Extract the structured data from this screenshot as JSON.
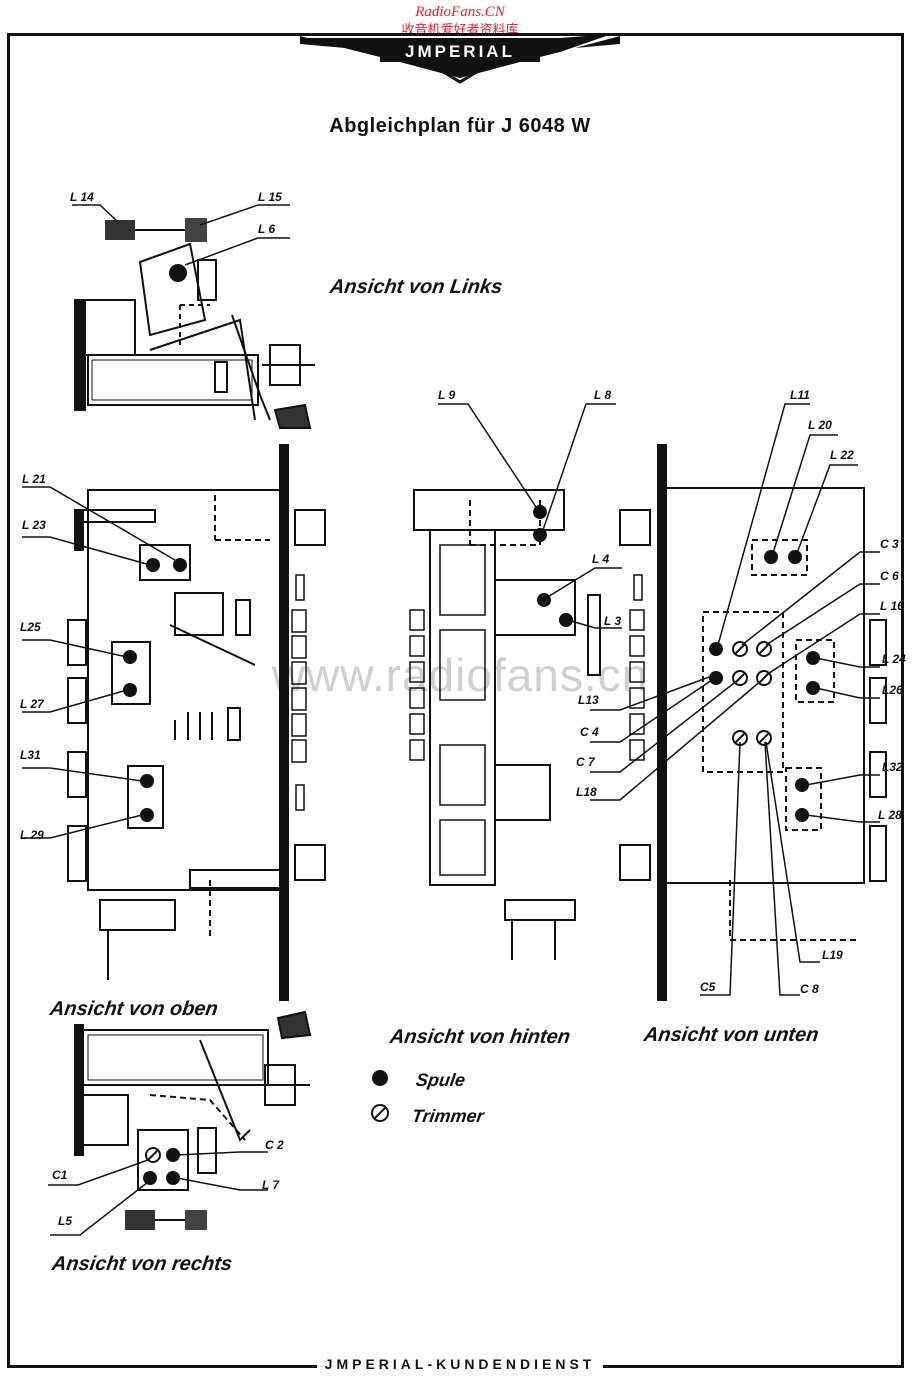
{
  "watermark": {
    "site": "RadioFans.CN",
    "cn": "收音机爱好者资料库",
    "center": "www.radiofans.cn"
  },
  "logo": {
    "text": "JMPERIAL"
  },
  "title": "Abgleichplan für J 6048 W",
  "views": {
    "links": "Ansicht von Links",
    "oben": "Ansicht von oben",
    "hinten": "Ansicht von hinten",
    "unten": "Ansicht von unten",
    "rechts": "Ansicht von rechts"
  },
  "legend": {
    "spule": "Spule",
    "trimmer": "Trimmer"
  },
  "labels": {
    "L14": "L 14",
    "L15": "L 15",
    "L6": "L 6",
    "L21": "L 21",
    "L23": "L 23",
    "L25": "L25",
    "L27": "L 27",
    "L31": "L31",
    "L29": "L 29",
    "L9": "L 9",
    "L8": "L 8",
    "L4": "L 4",
    "L3": "L 3",
    "L13": "L13",
    "L11": "L11",
    "L20": "L 20",
    "L22": "L 22",
    "C3": "C 3",
    "C6": "C 6",
    "L16": "L 16",
    "L24": "L 24",
    "L26": "L26",
    "C4": "C 4",
    "C7": "C 7",
    "L18": "L18",
    "L32": "L32",
    "L28": "L 28",
    "L19": "L19",
    "C5": "C5",
    "C8": "C 8",
    "C1": "C1",
    "C2": "C 2",
    "L7": "L 7",
    "L5": "L5"
  },
  "footer": "JMPERIAL-KUNDENDIENST"
}
